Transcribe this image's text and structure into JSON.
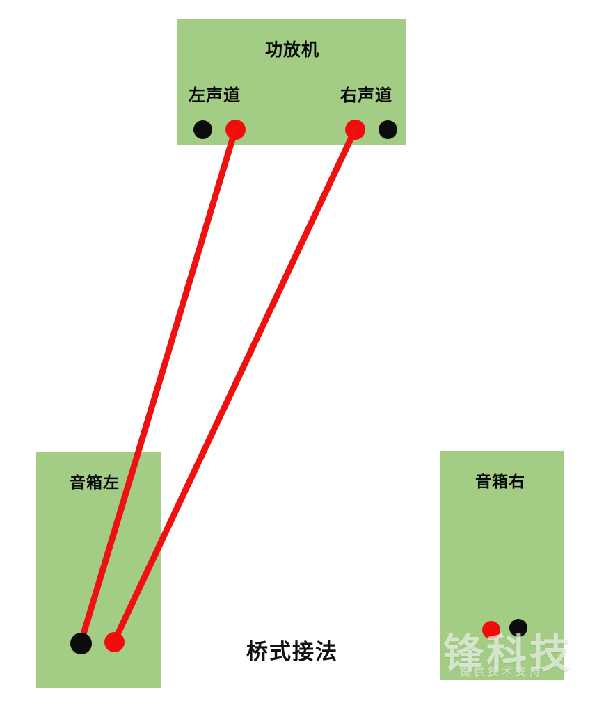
{
  "diagram": {
    "caption": "桥式接法",
    "amplifier": {
      "title": "功放机",
      "left_channel_label": "左声道",
      "right_channel_label": "右声道",
      "terminals": [
        {
          "name": "amp-left-negative",
          "polarity": "negative",
          "color": "#0c0c0c"
        },
        {
          "name": "amp-left-positive",
          "polarity": "positive",
          "color": "#f20c0c"
        },
        {
          "name": "amp-right-positive",
          "polarity": "positive",
          "color": "#f20c0c"
        },
        {
          "name": "amp-right-negative",
          "polarity": "negative",
          "color": "#0c0c0c"
        }
      ]
    },
    "speaker_left": {
      "label": "音箱左",
      "terminals": [
        {
          "name": "speaker-left-negative",
          "polarity": "negative",
          "color": "#0c0c0c"
        },
        {
          "name": "speaker-left-positive",
          "polarity": "positive",
          "color": "#f20c0c"
        }
      ]
    },
    "speaker_right": {
      "label": "音箱右",
      "terminals": [
        {
          "name": "speaker-right-positive",
          "polarity": "positive",
          "color": "#f20c0c"
        },
        {
          "name": "speaker-right-negative",
          "polarity": "negative",
          "color": "#0c0c0c"
        }
      ]
    },
    "wires": [
      {
        "name": "wire-amp-left-pos-to-speaker-left-neg",
        "color": "#ef1010"
      },
      {
        "name": "wire-amp-right-pos-to-speaker-left-pos",
        "color": "#ef1010"
      }
    ],
    "colors": {
      "box_fill": "#a3cc85",
      "wire": "#ef1010",
      "positive_terminal": "#f20c0c",
      "negative_terminal": "#0c0c0c",
      "background": "#ffffff"
    }
  },
  "watermark": {
    "main": "锋科技",
    "sub": "提供技术支持"
  }
}
